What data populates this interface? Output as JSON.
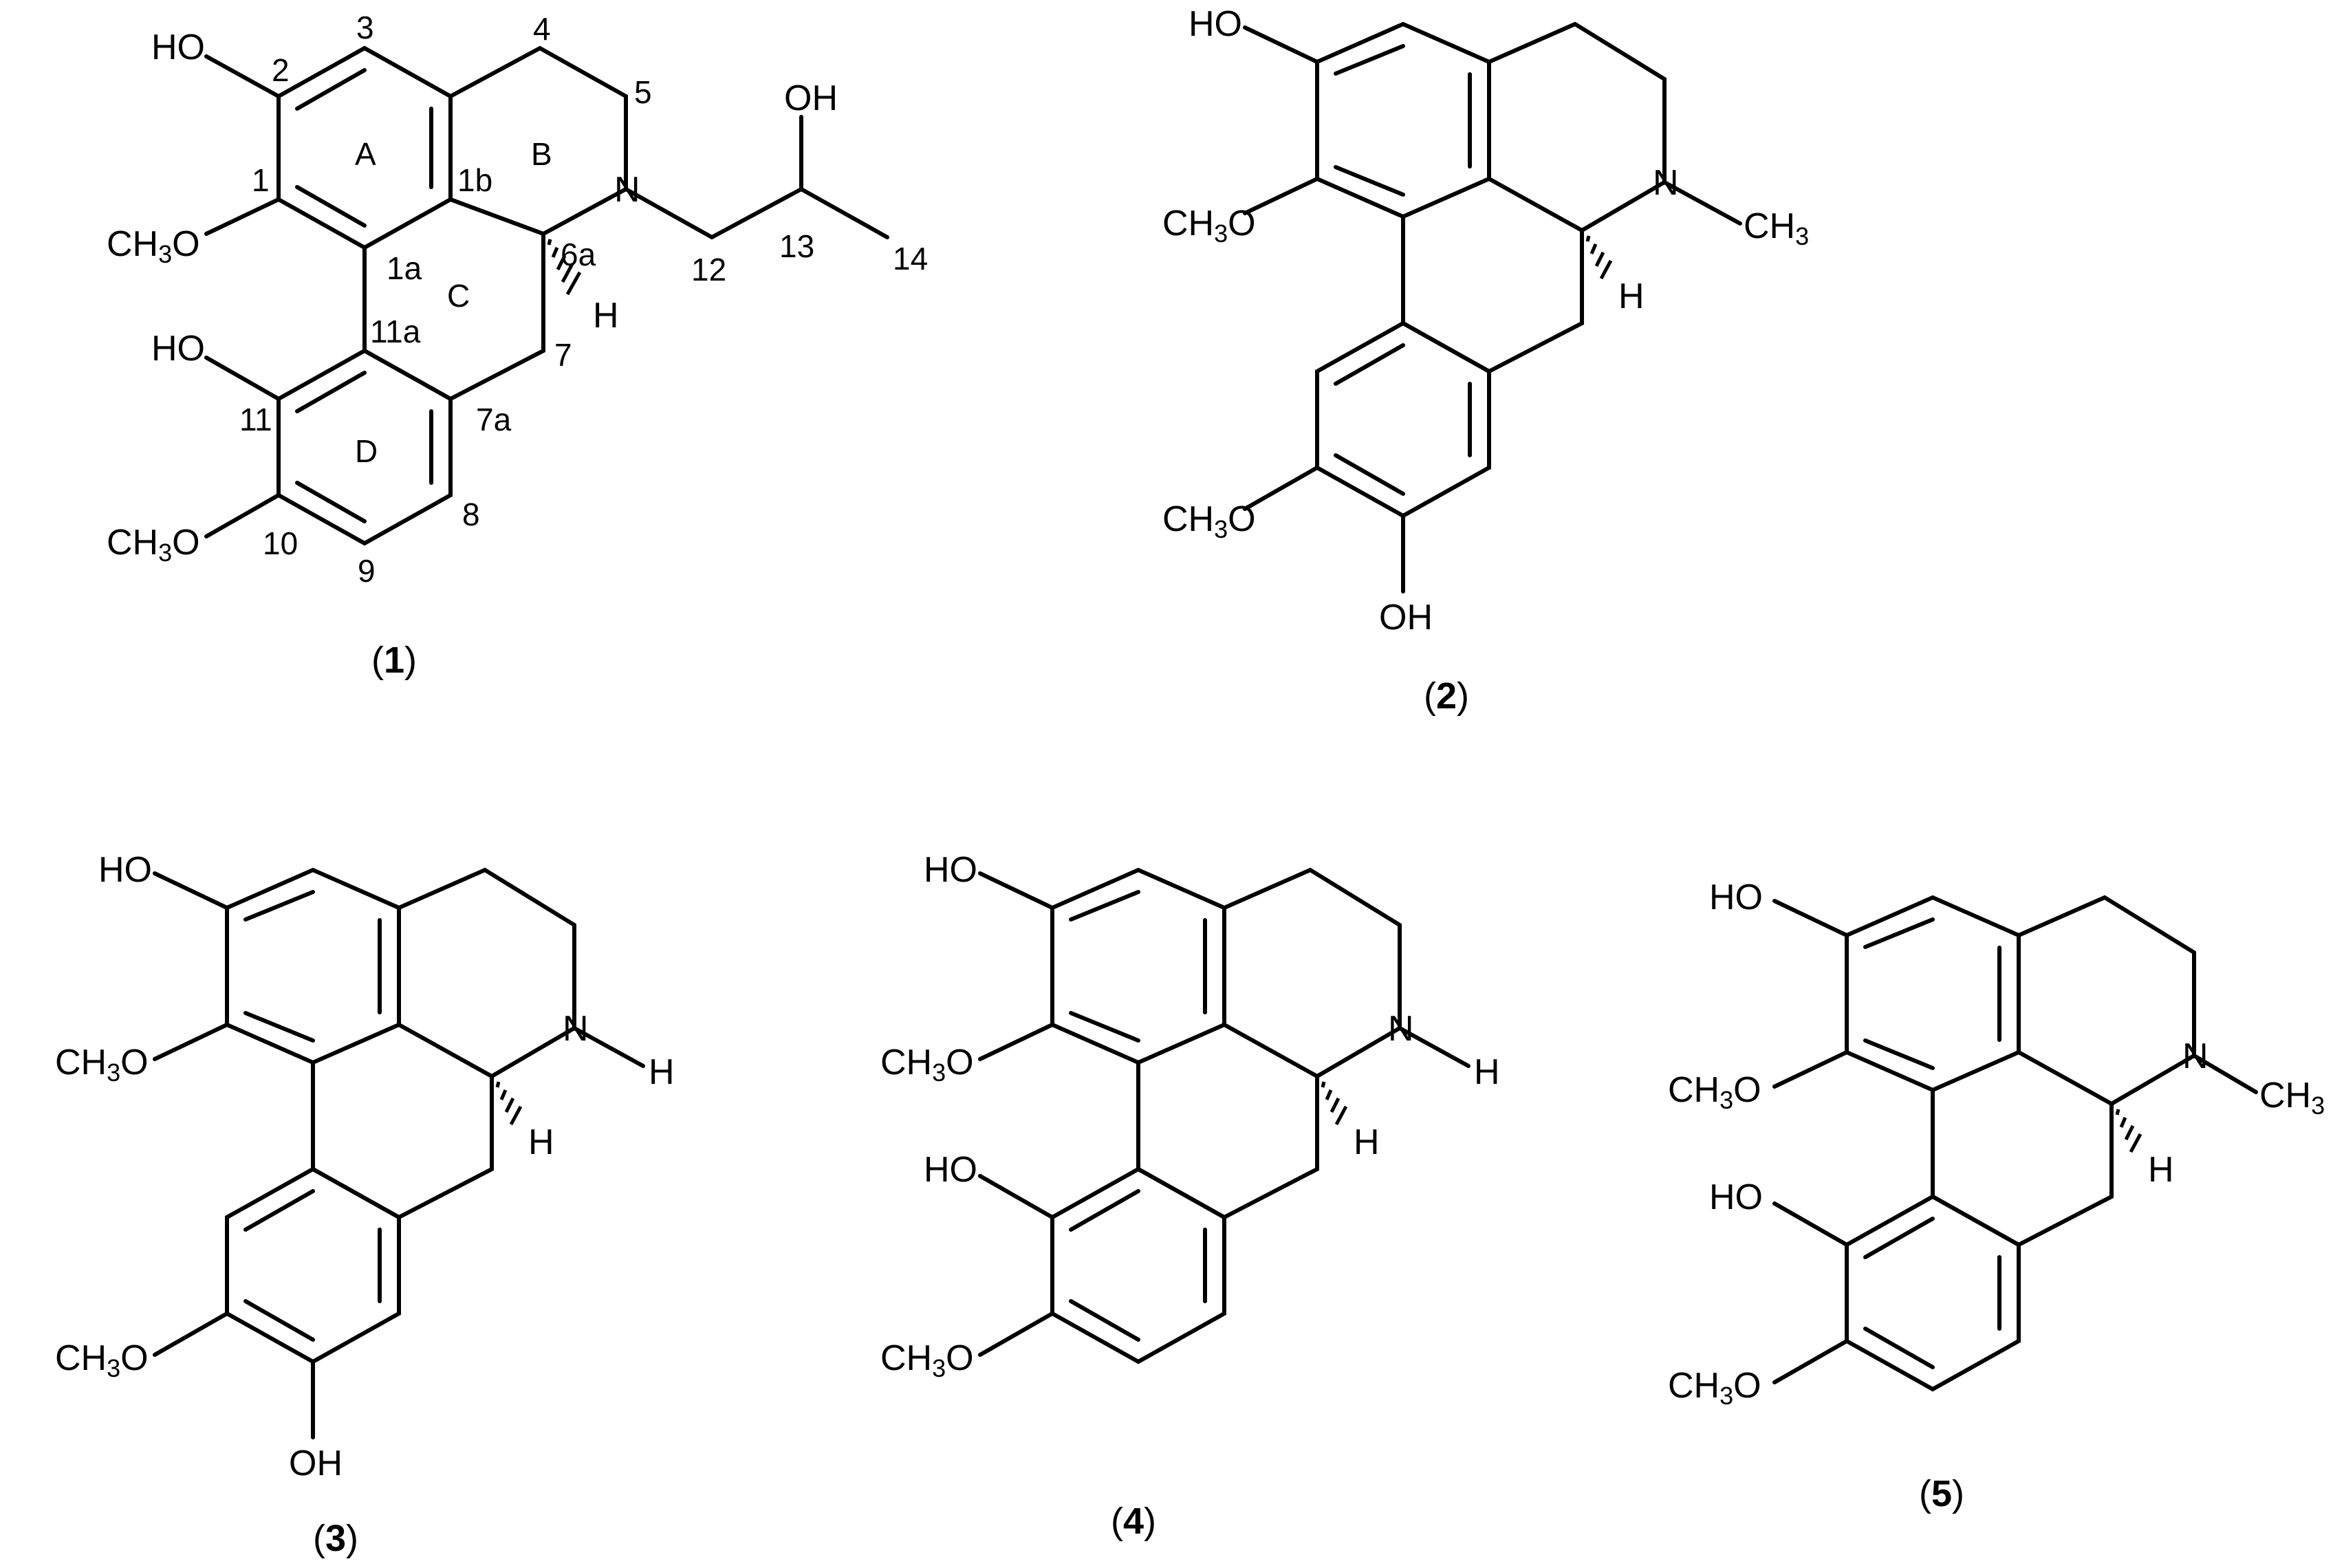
{
  "colors": {
    "ink": "#000000",
    "background": "#ffffff"
  },
  "atoms": {
    "hydroxyl": "HO",
    "hydroxyl_right": "OH",
    "methoxy_main": "CH",
    "methoxy_sub": "3",
    "methoxy_tail": "O",
    "methyl_main": "CH",
    "methyl_sub": "3",
    "nitrogen": "N",
    "hydrogen": "H"
  },
  "compound_1": {
    "locants": {
      "c1": "1",
      "c1a": "1a",
      "c1b": "1b",
      "c2": "2",
      "c3": "3",
      "c4": "4",
      "c5": "5",
      "c6a": "6a",
      "c7": "7",
      "c7a": "7a",
      "c8": "8",
      "c9": "9",
      "c10": "10",
      "c11": "11",
      "c11a": "11a",
      "c12": "12",
      "c13": "13",
      "c14": "14"
    },
    "rings": {
      "a": "A",
      "b": "B",
      "c": "C",
      "d": "D"
    }
  },
  "captions": [
    {
      "open": "(",
      "num": "1",
      "close": ")"
    },
    {
      "open": "(",
      "num": "2",
      "close": ")"
    },
    {
      "open": "(",
      "num": "3",
      "close": ")"
    },
    {
      "open": "(",
      "num": "4",
      "close": ")"
    },
    {
      "open": "(",
      "num": "5",
      "close": ")"
    }
  ]
}
